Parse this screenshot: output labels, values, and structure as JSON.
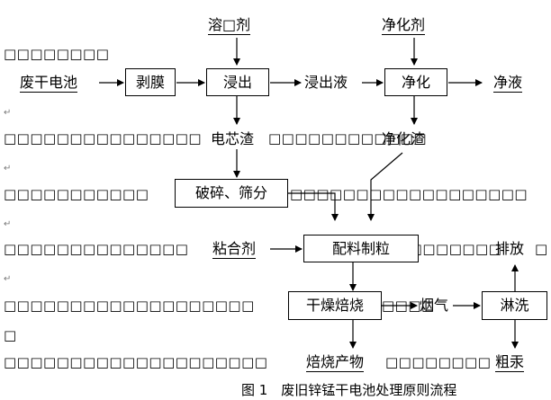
{
  "sq_rows": {
    "r1": "□□□□□□□□",
    "r3a": "□□□□□□□□□□□□□□□",
    "r3b": "□□□□□□□□□□□□",
    "r4a": "□□□□□□□□□□□",
    "r4b": "□□□□□□□□□□□□□□□□□□",
    "r5a": "□□□□□□□□□□□□□□",
    "r5b": "□□□□□□□□",
    "r5c": "□",
    "r6a": "□□□□□□□□□□□□□□□□□□□",
    "r6b": "□□□□",
    "r6c": "□",
    "r7": "□",
    "r8a": "□□□□□□□□□□□□□□□□□□□□",
    "r8b": "□□□□□□□□"
  },
  "labels": {
    "solvent": "溶□剂",
    "purifier": "净化剂",
    "waste_battery": "废干电池",
    "leach_liquid": "浸出液",
    "clean_liquid": "净液",
    "core_residue": "电芯渣",
    "purify_residue": "净化渣",
    "binder": "粘合剂",
    "smoke": "烟气",
    "discharge": "排放",
    "roast_product": "焙烧产物",
    "crude_mercury": "粗汞"
  },
  "boxes": {
    "strip": "剥膜",
    "leach": "浸出",
    "purify": "净化",
    "crush": "破碎、筛分",
    "mix": "配料制粒",
    "dry": "干燥焙烧",
    "wash": "淋洗"
  },
  "caption": "图 1　废旧锌锰干电池处理原则流程"
}
